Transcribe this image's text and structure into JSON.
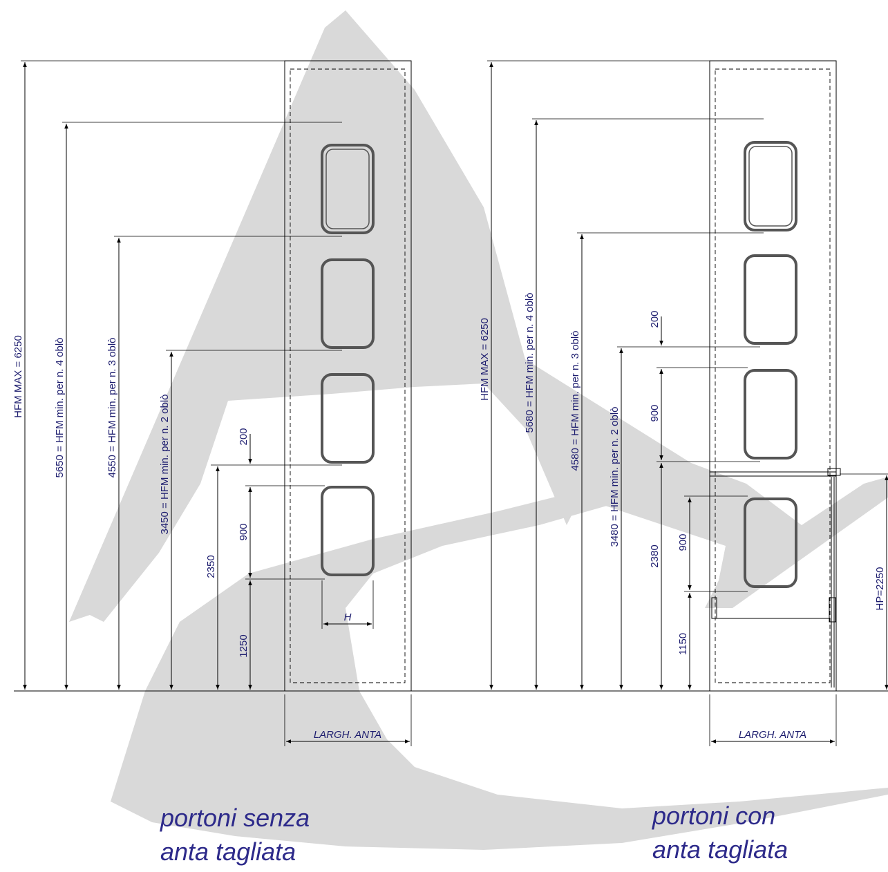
{
  "watermark": {
    "description_color": "#d9d9d9"
  },
  "colors": {
    "text": "#1c1c6e",
    "caption": "#2d2a8a",
    "line": "#000000",
    "porthole": "#555555"
  },
  "left_diagram": {
    "dims": {
      "hfm_max": "HFM MAX = 6250",
      "min4": "5650 = HFM min. per n. 4 oblò",
      "min3": "4550 = HFM min. per n. 3 oblò",
      "min2": "3450 = HFM min. per n. 2 oblò",
      "h2350": "2350",
      "h1250": "1250",
      "h900": "900",
      "h200": "200",
      "width_h": "H",
      "leaf_width": "LARGH. ANTA"
    },
    "caption_line1": "portoni senza",
    "caption_line2": "anta tagliata"
  },
  "right_diagram": {
    "dims": {
      "hfm_max": "HFM MAX = 6250",
      "min4": "5680 = HFM min. per n. 4 oblò",
      "min3": "4580 = HFM min. per n. 3 oblò",
      "min2": "3480 = HFM min. per n. 2 oblò",
      "h2380": "2380",
      "h1150": "1150",
      "h900_upper": "900",
      "h900_lower": "900",
      "h200": "200",
      "hp": "HP=2250",
      "leaf_width": "LARGH. ANTA"
    },
    "caption_line1": "portoni con",
    "caption_line2": "anta tagliata"
  }
}
